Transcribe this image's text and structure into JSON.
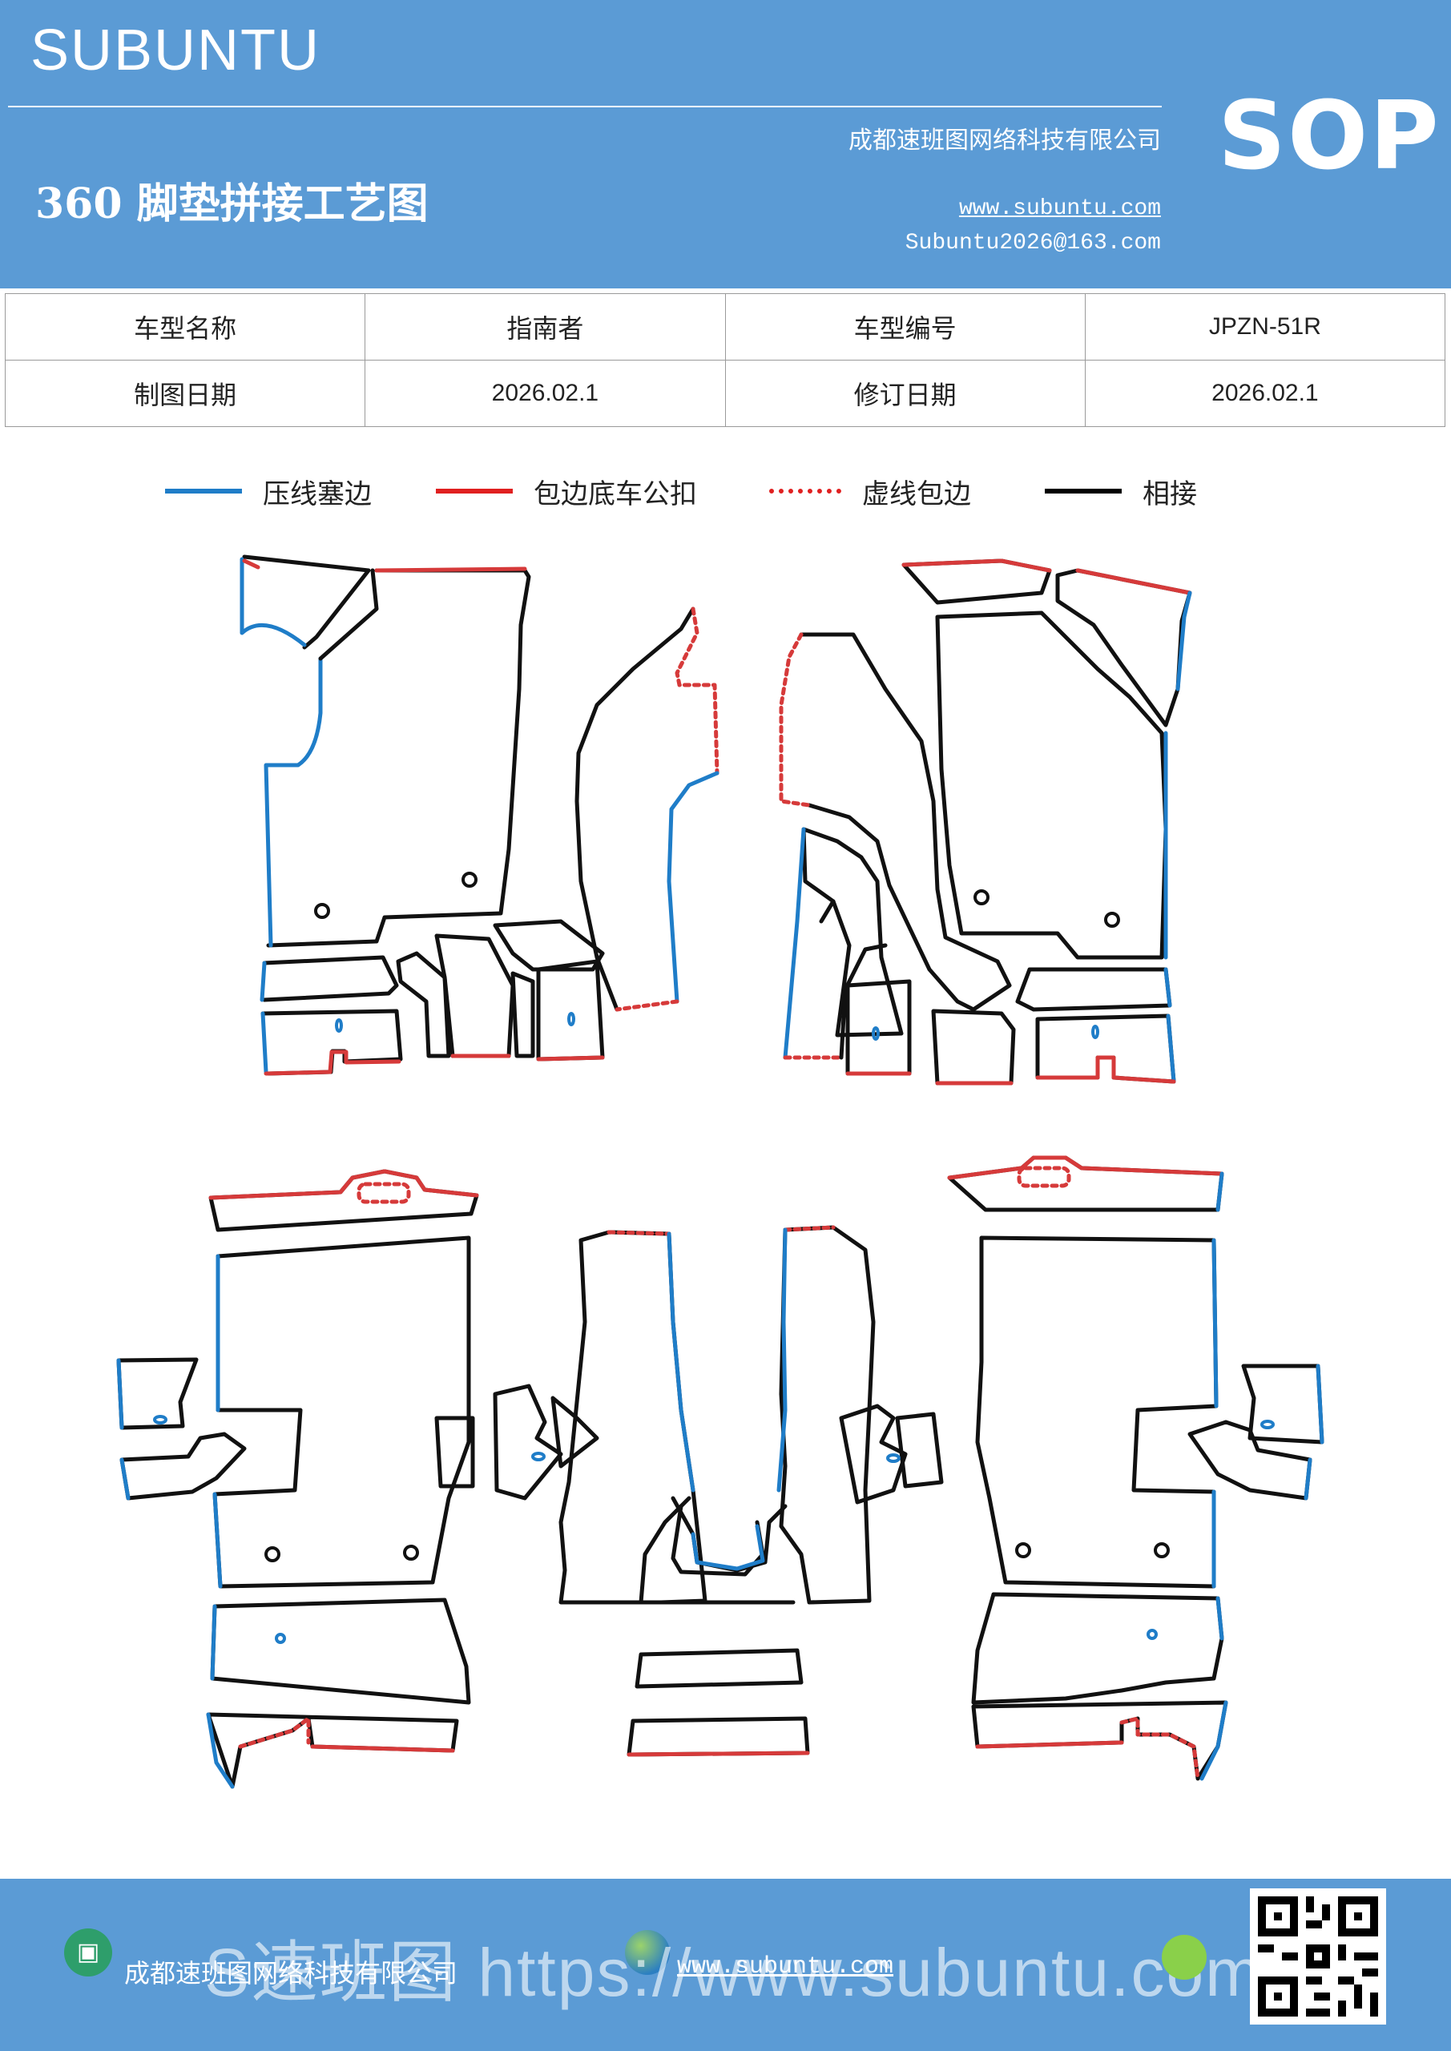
{
  "header": {
    "brand": "SUBUNTU",
    "title": "360 脚垫拼接工艺图",
    "company": "成都速班图网络科技有限公司",
    "website": "www.subuntu.com",
    "email": "Subuntu2026@163.com",
    "sop": "SOP"
  },
  "info": {
    "model_name_label": "车型名称",
    "model_name": "指南者",
    "model_code_label": "车型编号",
    "model_code": "JPZN-51R",
    "draw_date_label": "制图日期",
    "draw_date": "2026.02.1",
    "revise_date_label": "修订日期",
    "revise_date": "2026.02.1"
  },
  "legend": {
    "items": [
      {
        "label": "压线塞边",
        "color": "#1f7dc8",
        "style": "solid"
      },
      {
        "label": "包边底车公扣",
        "color": "#e02020",
        "style": "solid"
      },
      {
        "label": "虚线包边",
        "color": "#e02020",
        "style": "dotted"
      },
      {
        "label": "相接",
        "color": "#000000",
        "style": "solid"
      }
    ]
  },
  "footer": {
    "company": "成都速班图网络科技有限公司",
    "website": "www.subuntu.com",
    "overlay": "S速班图 https://www.subuntu.com"
  },
  "colors": {
    "header_bg": "#5b9bd5",
    "blue_line": "#1f7dc8",
    "red_line": "#d63a3a",
    "black_line": "#111111"
  }
}
